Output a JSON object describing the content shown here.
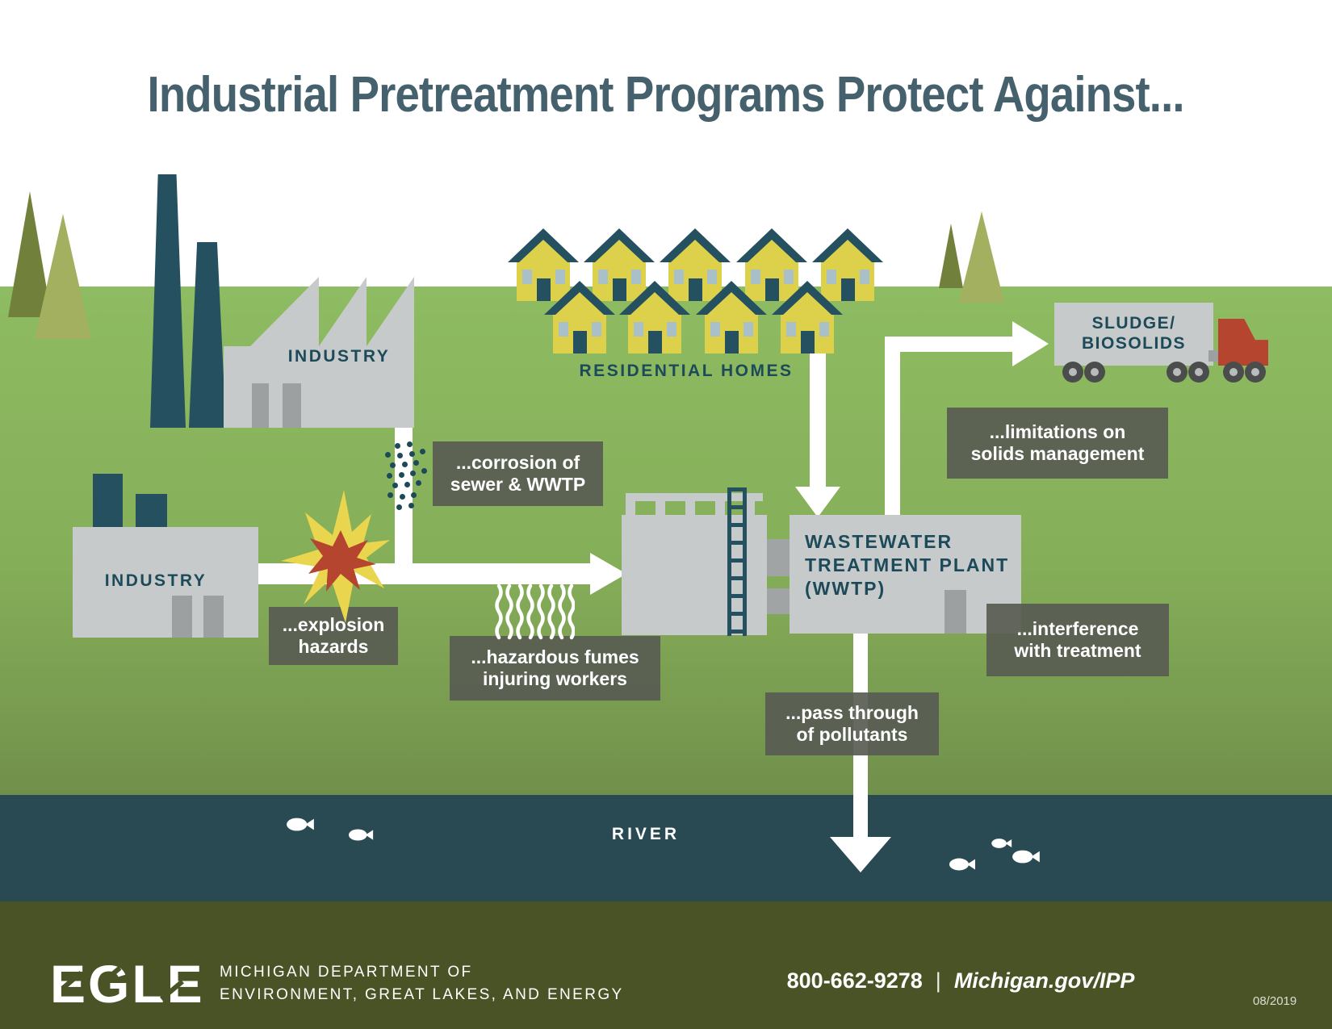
{
  "title": "Industrial Pretreatment Programs Protect Against...",
  "scene": {
    "industry_top": {
      "label": "INDUSTRY"
    },
    "industry_left": {
      "label": "INDUSTRY"
    },
    "residential": {
      "label": "RESIDENTIAL HOMES"
    },
    "wwtp": {
      "line1": "WASTEWATER",
      "line2": "TREATMENT PLANT",
      "line3": "(WWTP)"
    },
    "sludge_truck": {
      "line1": "SLUDGE/",
      "line2": "BIOSOLIDS"
    },
    "river": {
      "label": "RIVER"
    }
  },
  "hazards": {
    "corrosion": {
      "line1": "...corrosion of",
      "line2": "sewer & WWTP"
    },
    "explosion": {
      "line1": "...explosion",
      "line2": "hazards"
    },
    "fumes": {
      "line1": "...hazardous fumes",
      "line2": "injuring workers"
    },
    "pass_through": {
      "line1": "...pass through",
      "line2": "of pollutants"
    },
    "interference": {
      "line1": "...interference",
      "line2": "with treatment"
    },
    "limitations": {
      "line1": "...limitations on",
      "line2": "solids management"
    }
  },
  "footer": {
    "logo": "EGLE",
    "department_line1": "MICHIGAN DEPARTMENT OF",
    "department_line2": "ENVIRONMENT, GREAT LAKES, AND ENERGY",
    "phone": "800-662-9278",
    "separator": "|",
    "website": "Michigan.gov/IPP",
    "date": "08/2019"
  },
  "colors": {
    "title_text": "#45616d",
    "dark_teal": "#24505f",
    "grass_top": "#8ebc62",
    "grass_bottom": "#71904b",
    "river": "#294a53",
    "footer_bg": "#4a5326",
    "building_gray": "#c7cacb",
    "door_gray": "#9ca0a1",
    "label_box_gray": "#5a5e52",
    "house_yellow": "#ddd04b",
    "window_blue": "#a9c0c8",
    "truck_red": "#b64530",
    "explosion_yellow": "#e9d54e",
    "explosion_red": "#b5452e",
    "tree_dark": "#71813c",
    "tree_light": "#a3b05f"
  }
}
